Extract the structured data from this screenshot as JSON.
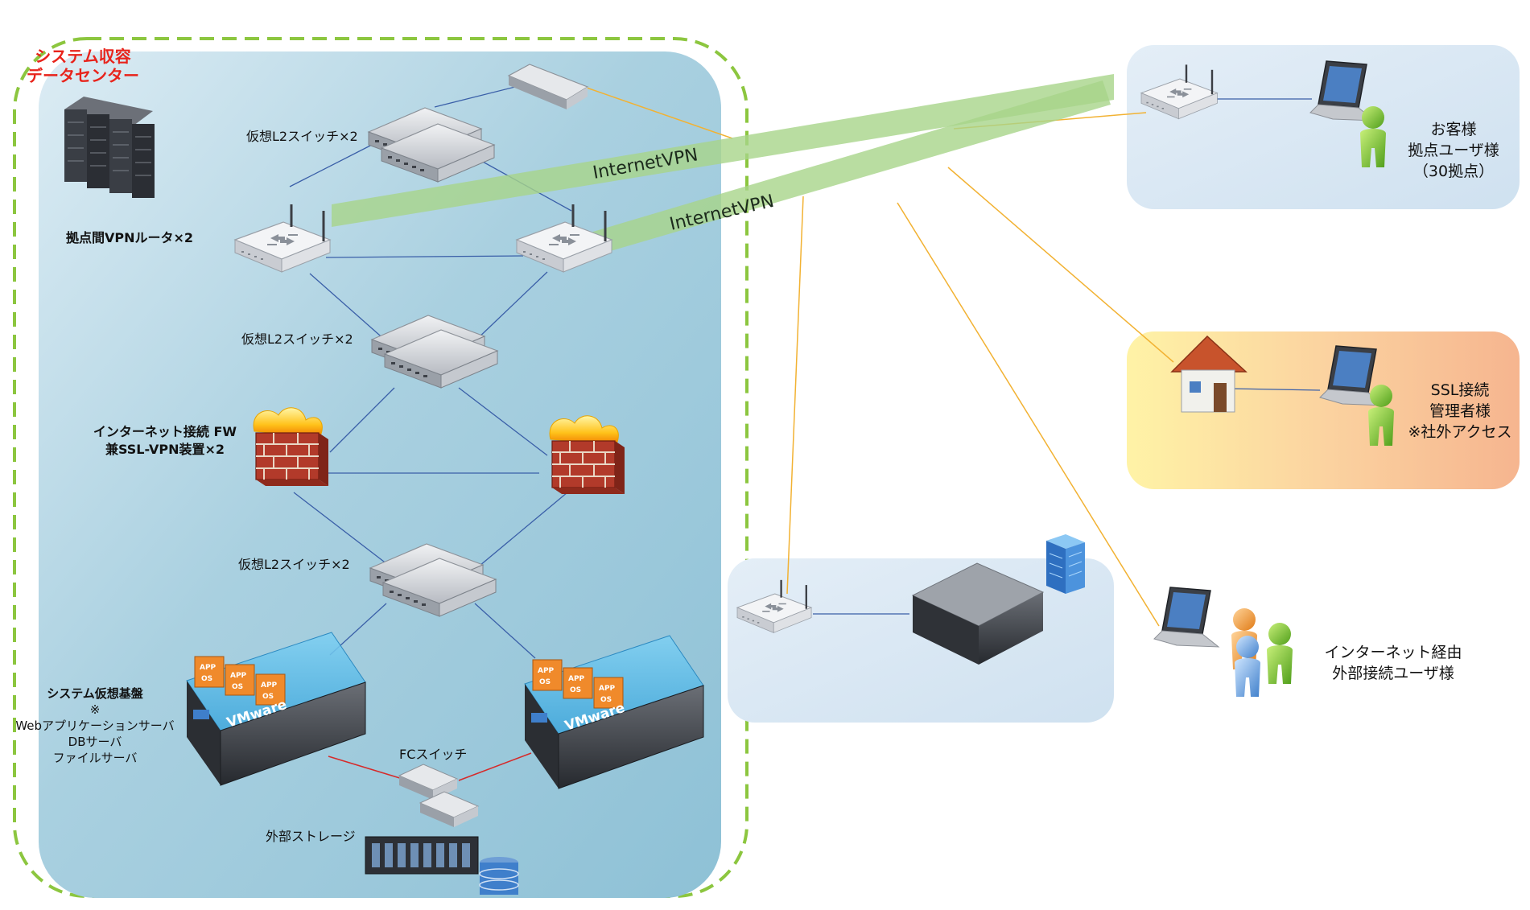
{
  "datacenter": {
    "title_lines": [
      "システム収容",
      "データセンター"
    ]
  },
  "labels": {
    "l2_switch_top": "仮想L2スイッチ×2",
    "vpn_router": "拠点間VPNルータ×2",
    "l2_switch_mid": "仮想L2スイッチ×2",
    "fw_line1": "インターネット接続 FW",
    "fw_line2": "兼SSL-VPN装置×2",
    "l2_switch_bottom": "仮想L2スイッチ×2",
    "virt_line1": "システム仮想基盤",
    "virt_line2": "※",
    "virt_line3": "Webアプリケーションサーバ",
    "virt_line4": "DBサーバ",
    "virt_line5": "ファイルサーバ",
    "fc_switch": "FCスイッチ",
    "storage": "外部ストレージ",
    "vmware": "VMware",
    "app": "APP",
    "os": "OS"
  },
  "vpn_tunnels": [
    "InternetVPN",
    "InternetVPN"
  ],
  "sites": {
    "customer": [
      "お客様",
      "拠点ユーザ様",
      "（30拠点）"
    ],
    "ssl_admin": [
      "SSL接続",
      "管理者様",
      "※社外アクセス"
    ],
    "external": [
      "インターネット経由",
      "外部接続ユーザ様"
    ]
  },
  "colors": {
    "dc_border": "#8cc63f",
    "dc_title": "#e8231b",
    "link_blue": "#3a5fa8",
    "link_orange": "#f2b233",
    "link_red": "#d62a2a",
    "vpn_band": "#a7d58a"
  }
}
